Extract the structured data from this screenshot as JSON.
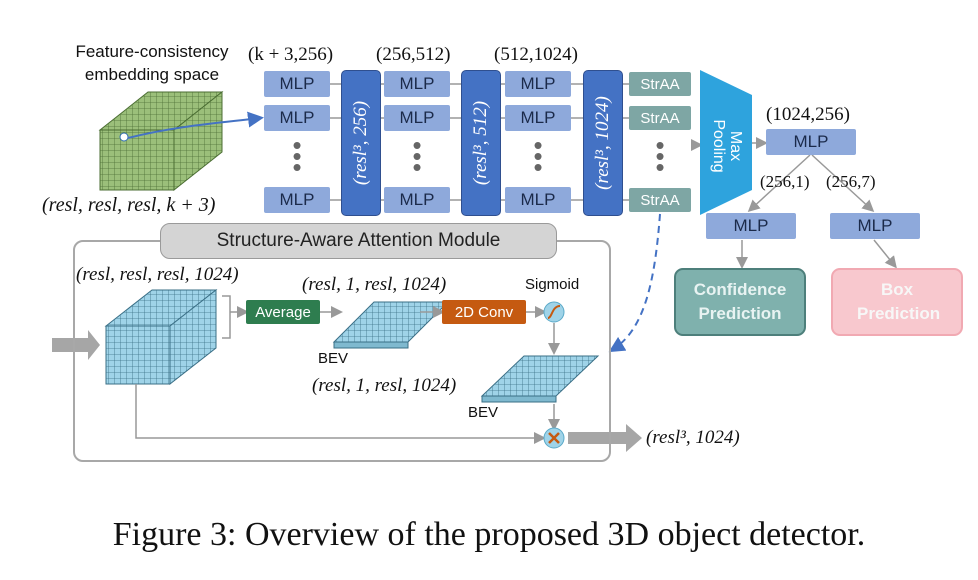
{
  "embedding": {
    "title_line1": "Feature-consistency",
    "title_line2": "embedding space",
    "shape": "(resl, resl, resl, k + 3)"
  },
  "columns": [
    {
      "dim": "(k + 3,256)",
      "mlp": "MLP",
      "bar": "(resl³, 256)"
    },
    {
      "dim": "(256,512)",
      "mlp": "MLP",
      "bar": "(resl³, 512)"
    },
    {
      "dim": "(512,1024)",
      "mlp": "MLP",
      "bar": "(resl³, 1024)"
    }
  ],
  "straa": "StrAA",
  "maxpool": {
    "line1": "Max",
    "line2": "Pooling"
  },
  "head": {
    "dim": "(1024,256)",
    "mlp": "MLP",
    "branch_left_dim": "(256,1)",
    "branch_right_dim": "(256,7)",
    "left_mlp": "MLP",
    "right_mlp": "MLP",
    "confidence": "Confidence Prediction",
    "box": "Box Prediction"
  },
  "module": {
    "title": "Structure-Aware Attention Module",
    "input_shape": "(resl, resl, resl, 1024)",
    "average": "Average",
    "bev_shape": "(resl, 1, resl, 1024)",
    "conv": "2D Conv",
    "sigmoid": "Sigmoid",
    "bev_label": "BEV",
    "bev2_shape": "(resl, 1, resl, 1024)",
    "bev2_label": "BEV",
    "output_shape": "(resl³, 1024)"
  },
  "caption": "Figure 3: Overview of the proposed 3D object detector.",
  "colors": {
    "mlp": "#8EA9DB",
    "bar": "#4472C4",
    "straa": "#7EA6A4",
    "maxpool": "#2EA3DD",
    "average": "#2E7D4F",
    "conv": "#C55A11",
    "confidence_fill": "#7FB1AD",
    "box_fill": "#F8C8CE"
  }
}
